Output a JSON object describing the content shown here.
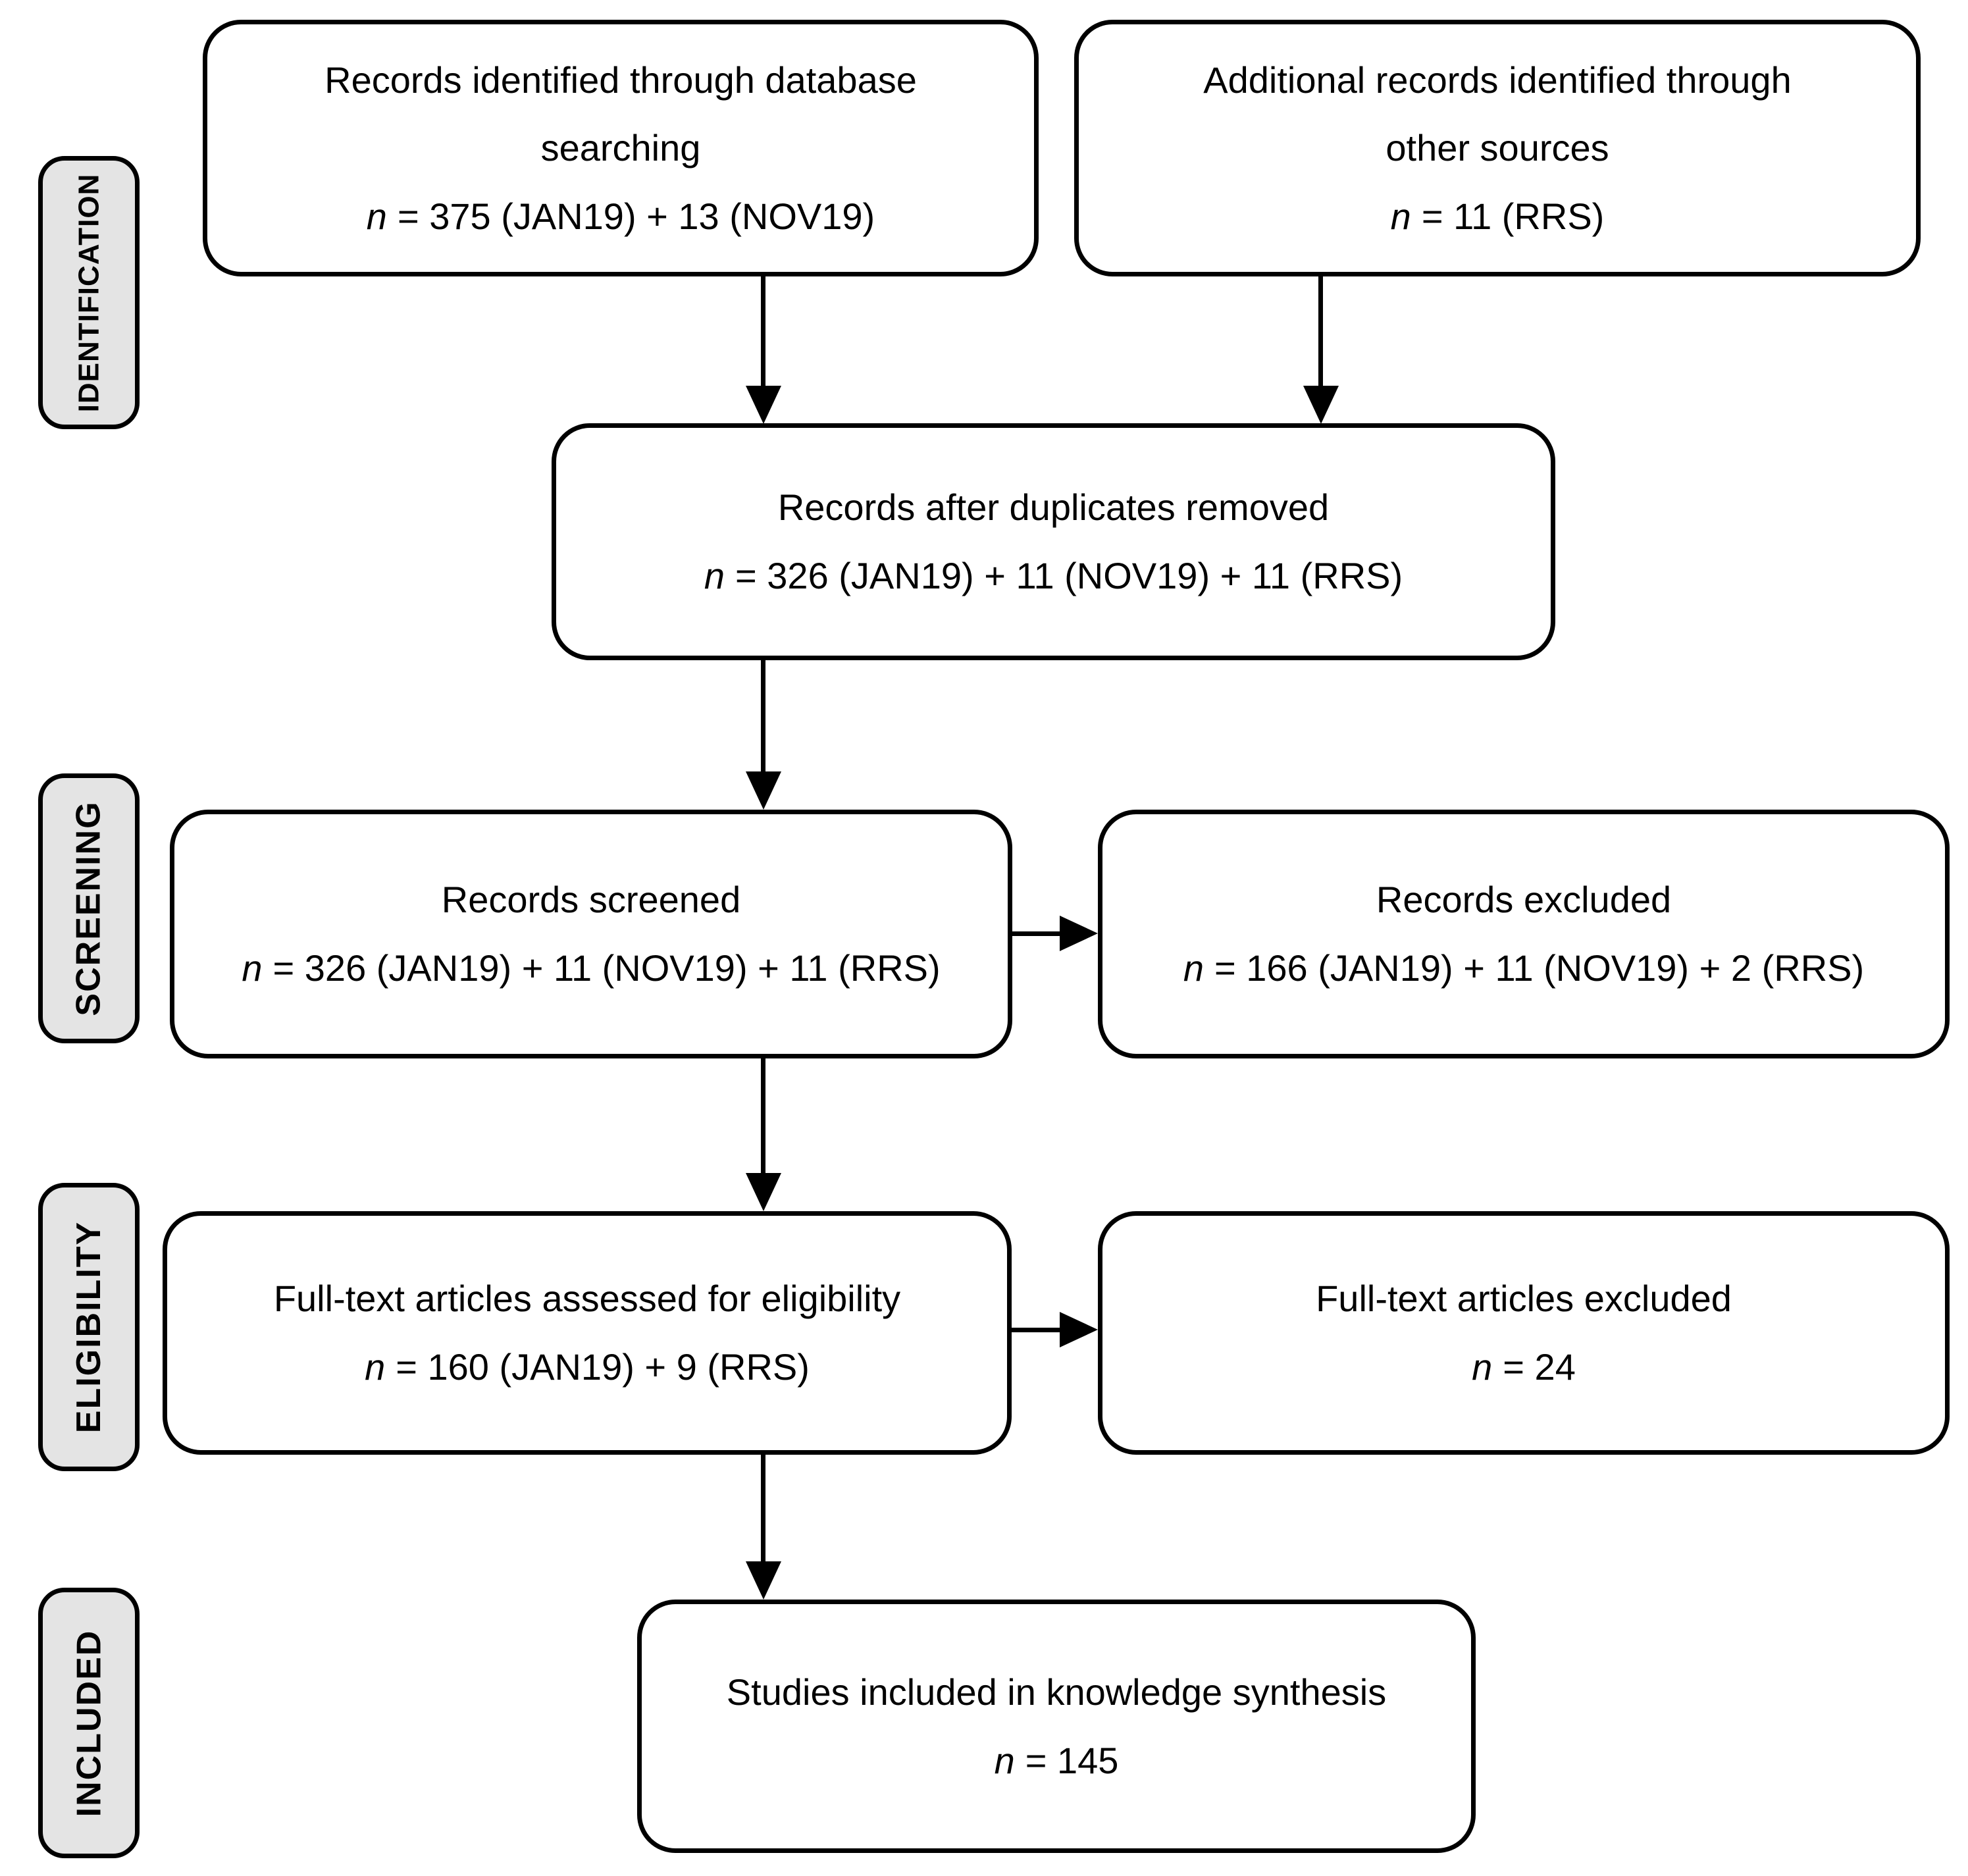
{
  "figure": {
    "type": "prisma-flow-diagram",
    "colors": {
      "background": "#ffffff",
      "box_fill": "#ffffff",
      "stage_label_fill": "#e4e4e4",
      "border": "#000000",
      "text": "#000000"
    },
    "stage_labels": [
      {
        "id": "identification",
        "text": "IDENTIFICATION"
      },
      {
        "id": "screening",
        "text": "SCREENING"
      },
      {
        "id": "eligibility",
        "text": "ELIGIBILITY"
      },
      {
        "id": "included",
        "text": "INCLUDED"
      }
    ],
    "boxes": {
      "identified": {
        "lines": [
          "Records identified through database",
          "searching"
        ],
        "n_symbol": "n",
        "n_value": "= 375 (JAN19) + 13 (NOV19)"
      },
      "additional": {
        "lines": [
          "Additional records identified through",
          "other sources"
        ],
        "n_symbol": "n",
        "n_value": "= 11 (RRS)"
      },
      "deduplicated": {
        "lines": [
          "Records after duplicates removed"
        ],
        "n_symbol": "n",
        "n_value": "= 326 (JAN19) + 11 (NOV19) + 11 (RRS)"
      },
      "screened": {
        "lines": [
          "Records screened"
        ],
        "n_symbol": "n",
        "n_value": "= 326 (JAN19) + 11 (NOV19) + 11 (RRS)"
      },
      "records_excluded": {
        "lines": [
          "Records excluded"
        ],
        "n_symbol": "n",
        "n_value": "= 166 (JAN19) + 11 (NOV19) + 2 (RRS)"
      },
      "fulltext_assessed": {
        "lines": [
          "Full-text articles assessed for eligibility"
        ],
        "n_symbol": "n",
        "n_value": "= 160 (JAN19) + 9 (RRS)"
      },
      "fulltext_excluded": {
        "lines": [
          "Full-text articles excluded"
        ],
        "n_symbol": "n",
        "n_value": "= 24"
      },
      "included_studies": {
        "lines": [
          "Studies included in knowledge synthesis"
        ],
        "n_symbol": "n",
        "n_value": "= 145"
      }
    }
  }
}
